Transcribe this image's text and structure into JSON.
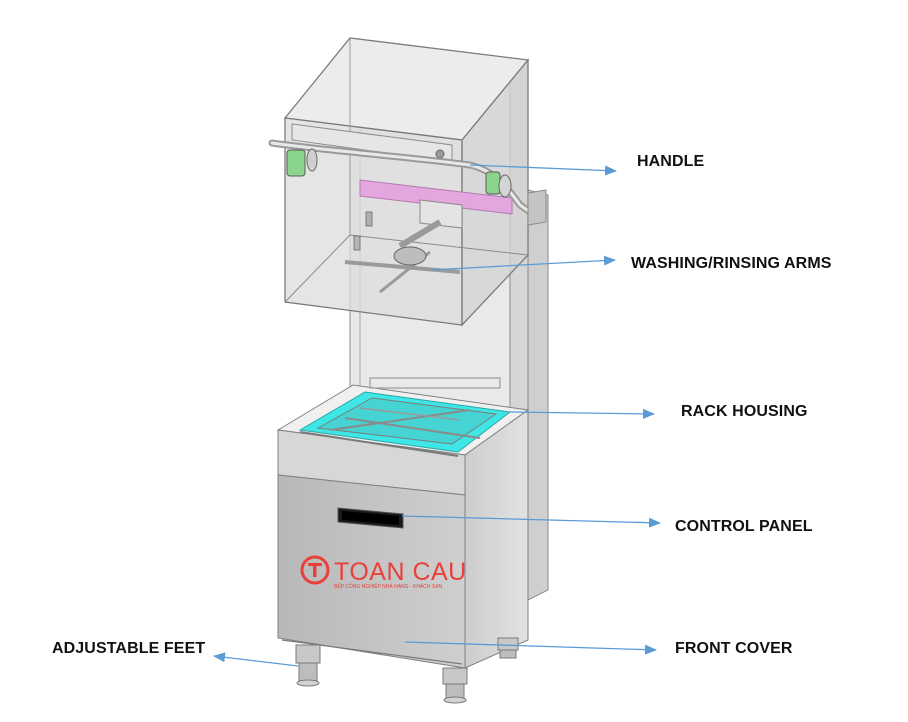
{
  "labels": {
    "handle": "HANDLE",
    "washing_arms": "WASHING/RINSING ARMS",
    "rack_housing": "RACK HOUSING",
    "control_panel": "CONTROL PANEL",
    "front_cover": "FRONT COVER",
    "adjustable_feet": "ADJUSTABLE FEET"
  },
  "logo": {
    "name": "TOAN CAU",
    "tagline": "BẾP CÔNG NGHIỆP NHÀ HÀNG - KHÁCH SẠN"
  },
  "colors": {
    "arrow": "#5b9bd5",
    "steel": "#c9c9c9",
    "rack_highlight": "#3fe6e6",
    "pink_bar": "#e3a6df",
    "logo_red": "#e8403a",
    "green_part": "#8bd48b"
  }
}
